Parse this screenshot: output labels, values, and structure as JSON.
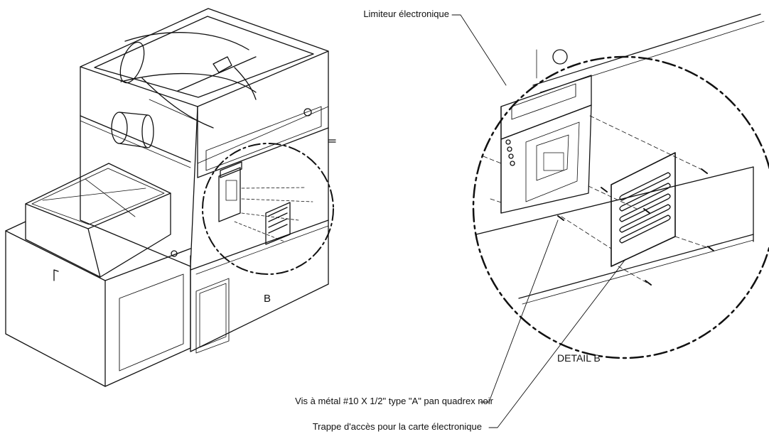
{
  "labels": {
    "limiteur": "Limiteur électronique",
    "detail": "DETAIL B",
    "vis": "Vis à métal #10  X 1/2\" type \"A\" pan quadrex noir",
    "trappe": "Trappe d'accès pour la carte électronique",
    "detail_marker": "B"
  },
  "colors": {
    "line": "#111111",
    "background": "#ffffff"
  }
}
